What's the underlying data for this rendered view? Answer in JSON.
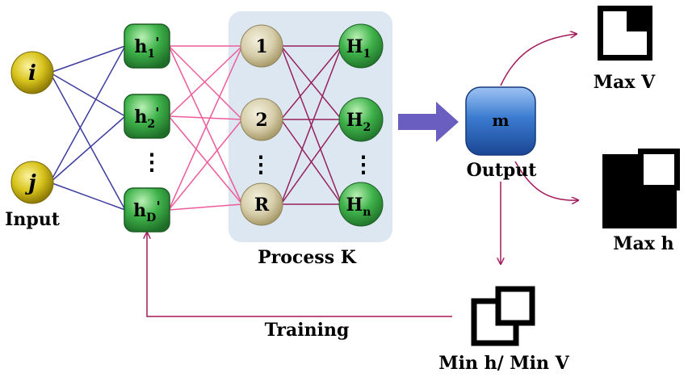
{
  "input": {
    "nodes": [
      {
        "label": "i"
      },
      {
        "label": "j"
      }
    ],
    "caption": "Input"
  },
  "hidden": {
    "nodes": [
      {
        "base": "h",
        "sub": "1",
        "sup": "'"
      },
      {
        "base": "h",
        "sub": "2",
        "sup": "'"
      },
      {
        "base": "h",
        "sub": "D",
        "sup": "'"
      }
    ]
  },
  "process": {
    "left_nodes": [
      {
        "label": "1"
      },
      {
        "label": "2"
      },
      {
        "label": "R"
      }
    ],
    "right_nodes": [
      {
        "base": "H",
        "sub": "1"
      },
      {
        "base": "H",
        "sub": "2"
      },
      {
        "base": "H",
        "sub": "n"
      }
    ],
    "caption": "Process K"
  },
  "ellipsis": "⋮",
  "output": {
    "node": "m",
    "caption": "Output"
  },
  "results": {
    "max_v": "Max V",
    "max_h": "Max h",
    "min": "Min h/ Min V"
  },
  "feedback": {
    "label": "Training"
  },
  "colors": {
    "blue_edges": "#3b3b9e",
    "pink_edges": "#ee5b9a",
    "purple_edges": "#96205d",
    "flow_arrows": "#a21a5b",
    "big_arrow": "#6a5fc1",
    "process_panel": "#dce7f2",
    "input_node": "#c9b40d",
    "hidden_node": "#2e9b3a",
    "process_node": "#d7cfae",
    "output_node": "#2a64b8"
  },
  "icons": [
    "input-node-circle",
    "hidden-node-rounded-square",
    "process-node-circle",
    "output-node-rounded-square",
    "square-overlap-icon"
  ]
}
